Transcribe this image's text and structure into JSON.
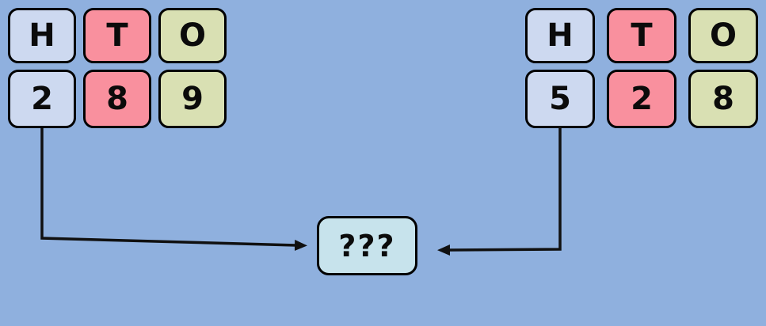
{
  "canvas": {
    "background": "#8fb0de",
    "arrow_color": "#101010",
    "border_color": "#000000"
  },
  "colors": {
    "hundreds_box": "#cdd9f0",
    "tens_box": "#f9909e",
    "ones_box": "#d9e0b3",
    "result_box": "#c7e3ec"
  },
  "left_number": {
    "headers": [
      "H",
      "T",
      "O"
    ],
    "digits": [
      "2",
      "8",
      "9"
    ]
  },
  "right_number": {
    "headers": [
      "H",
      "T",
      "O"
    ],
    "digits": [
      "5",
      "2",
      "8"
    ]
  },
  "result": {
    "label": "???"
  }
}
